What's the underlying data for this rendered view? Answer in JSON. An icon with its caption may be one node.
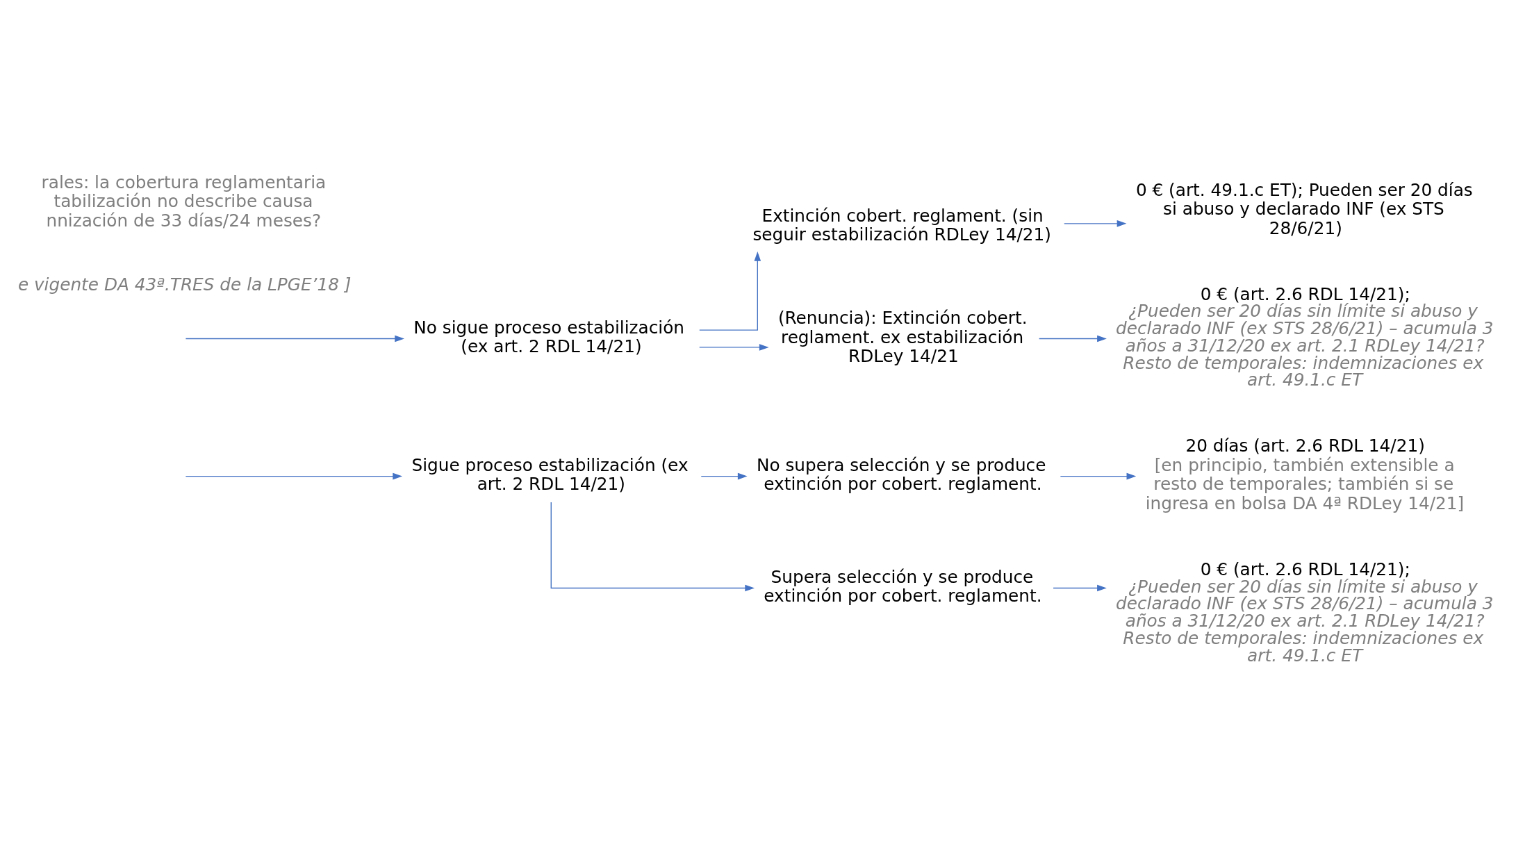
{
  "diagram": {
    "nodes": [
      {
        "text": [
          "No sigue proceso estabilización (ex art. 2 RDL 14/21)"
        ]
      },
      {
        "text": [
          "Extinción cobert. reglament. (sin seguir estabilización RDLey 14/21)"
        ]
      },
      {
        "text": [
          "0 € (art. 49.1.c ET); Pueden ser 20 días si abuso y declarado INF (ex STS 28/6/21)"
        ]
      },
      {
        "text": [
          "(Renuncia): Extinción cobert. reglament. ex estabilización RDLey 14/21"
        ]
      },
      {
        "text": [
          "0 € (art. 2.6 RDL 14/21);",
          "¿Pueden ser 20 días sin límite si abuso y declarado INF (ex STS 28/6/21) – acumula 3 años a 31/12/20 ex art. 2.1 RDLey 14/21?",
          "Resto de temporales: indemnizaciones ex art. 49.1.c ET"
        ]
      },
      {
        "text": [
          "Sigue proceso estabilización (ex art. 2 RDL 14/21)"
        ]
      },
      {
        "text": [
          "No supera selección y se produce extinción por cobert. reglament."
        ]
      },
      {
        "text": [
          "20 días (art. 2.6 RDL 14/21)",
          "[en principio, también extensible a resto de temporales; también si se ingresa en bolsa DA 4ª RDLey 14/21]"
        ]
      },
      {
        "text": [
          "Supera selección y se produce extinción por cobert. reglament."
        ]
      },
      {
        "text": [
          "0 € (art. 2.6 RDL 14/21);",
          "¿Pueden ser 20 días sin límite si abuso y declarado INF (ex STS 28/6/21) – acumula 3 años a 31/12/20 ex art. 2.1 RDLey 14/21?",
          "Resto de temporales: indemnizaciones ex art. 49.1.c ET"
        ]
      }
    ],
    "edges": [
      {
        "from": null,
        "to": 0,
        "arrow": "to"
      },
      {
        "from": null,
        "to": 5,
        "arrow": "to"
      },
      {
        "from": 0,
        "to": 1,
        "arrow": "to"
      },
      {
        "from": 0,
        "to": 3,
        "arrow": "to"
      },
      {
        "from": 1,
        "to": 2,
        "arrow": "to"
      },
      {
        "from": 3,
        "to": 4,
        "arrow": "to"
      },
      {
        "from": 5,
        "to": 6,
        "arrow": "to"
      },
      {
        "from": 5,
        "to": 8,
        "arrow": "to"
      },
      {
        "from": 6,
        "to": 7,
        "arrow": "to"
      },
      {
        "from": 8,
        "to": 9,
        "arrow": "to"
      }
    ],
    "labels": [
      "e vigente DA 43ª.TRES de la LPGE’18 ]",
      "rales: la cobertura reglamentaria tabilización no describe causa nnización de 33 días/24 meses?"
    ]
  }
}
